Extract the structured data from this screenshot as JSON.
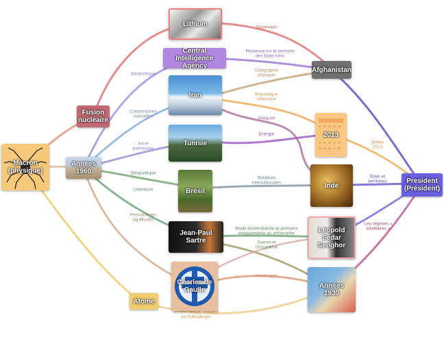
{
  "nodes": {
    "macron": "Macron\n(physique)",
    "fusion": "Fusion\nnucléaire",
    "annees1960": "Années\n1960",
    "atome": "Atome",
    "lithium": "Lithium",
    "cia": "Central Intelligence\nAgency",
    "iran": "Iran",
    "tunisie": "Tunisie",
    "bresil": "Brésil",
    "sartre": "Jean-Paul\nSartre",
    "degaulle": "Charles de\nGaulle",
    "afghanistan": "Afghanistan",
    "annee2013": "2013",
    "inde": "Inde",
    "senghor": "Léopold Sédar\nSenghor",
    "annees1930": "Années\n1930",
    "president": "President\n(Président)"
  },
  "edge_labels": {
    "gisements": "Gisements",
    "presence": "Présence sur le territoire\ndes États-Unis",
    "geographie": "Géographie\nphysique",
    "republique": "République\nislamique",
    "antiquite": "Antiquité",
    "energie": "Énergie",
    "mars2013": "[[Mars\n2013",
    "etats": "États et\nterritoires",
    "relations": "Relations\ninternationales",
    "regimes": "Les régimes «\ntotalitaires »",
    "mode": "Mode existentialiste et premiers\nengagements du philosophe",
    "guerre": "Guerre et\nOccupation",
    "hommages": "Hommages",
    "geopolitique1": "Géopolitique",
    "catastrophes": "Catastrophes\nnaturelles",
    "art": "Art et\npatrimoine",
    "geopolitique2": "Géopolitique",
    "litterature": "Littérature",
    "personnages": "Personnages\nsignificatifs",
    "modele": "Modèle actuel : modèle\nde Schrödinger"
  },
  "colors": {
    "red": "#e07878",
    "purple": "#a07ad8",
    "orange": "#f0b060",
    "tan": "#c8a878",
    "indigo": "#7060d0",
    "green": "#7aa878",
    "teal": "#6ab0a8",
    "yellow": "#f0cc70",
    "brown": "#d09070",
    "gray": "#707070"
  }
}
